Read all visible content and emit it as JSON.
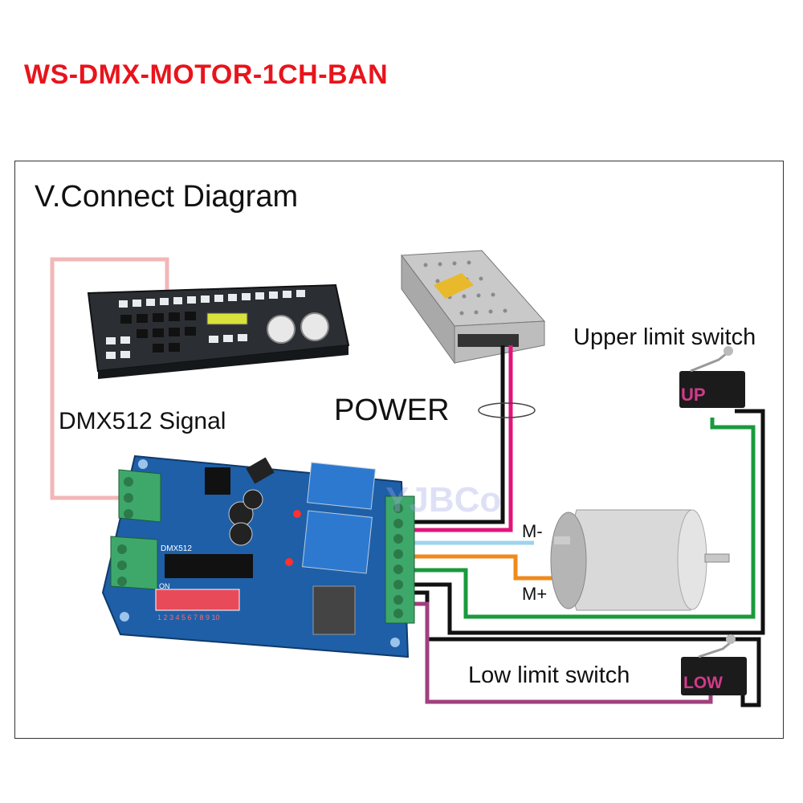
{
  "title": "WS-DMX-MOTOR-1CH-BAN",
  "heading": "V.Connect Diagram",
  "labels": {
    "dmx_signal": "DMX512 Signal",
    "power": "POWER",
    "upper_limit": "Upper limit switch",
    "low_limit": "Low limit switch",
    "motor_minus": "M-",
    "motor_plus": "M+"
  },
  "switch_labels": {
    "up": "UP",
    "low": "LOW"
  },
  "board_text": {
    "dmx512": "DMX512",
    "dip_on": "ON",
    "dip_numbers": "1 2 3 4 5 6 7 8 9 10"
  },
  "watermark": "YJBCo",
  "colors": {
    "title": "#e8141c",
    "dmx_wire": "#f2b7b7",
    "power_wire_pink": "#e0157a",
    "power_wire_black": "#111111",
    "motor_minus_wire": "#9fd3ee",
    "motor_plus_wire": "#f08a1c",
    "limit_wire_green": "#1a9a3c",
    "limit_wire_purple": "#a0407e",
    "board": "#1e5fa8",
    "terminal": "#3ea86a"
  }
}
